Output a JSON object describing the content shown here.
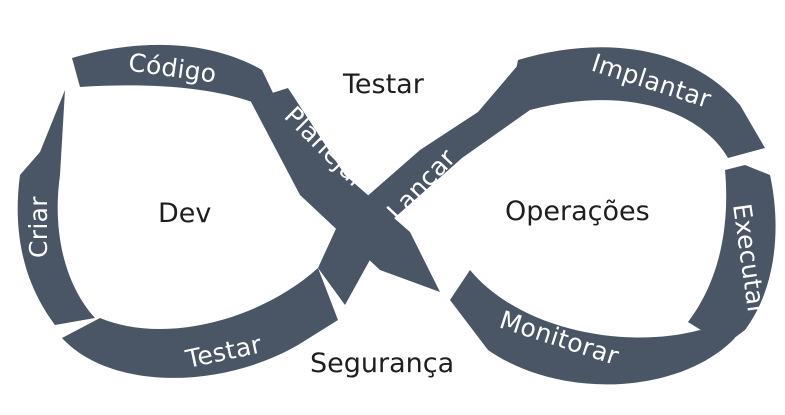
{
  "diagram": {
    "colors": {
      "band": "#4a5566",
      "band_text": "#ffffff",
      "free_text": "#1e1e1e",
      "background": "#ffffff"
    },
    "segments": {
      "codigo": "Código",
      "criar": "Criar",
      "testar_bottom": "Testar",
      "planejar": "Planejar",
      "lancar": "Lançar",
      "implantar": "Implantar",
      "executar": "Executar",
      "monitorar": "Monitorar"
    },
    "labels": {
      "testar_top": "Testar",
      "dev": "Dev",
      "operacoes": "Operações",
      "seguranca": "Segurança"
    }
  }
}
